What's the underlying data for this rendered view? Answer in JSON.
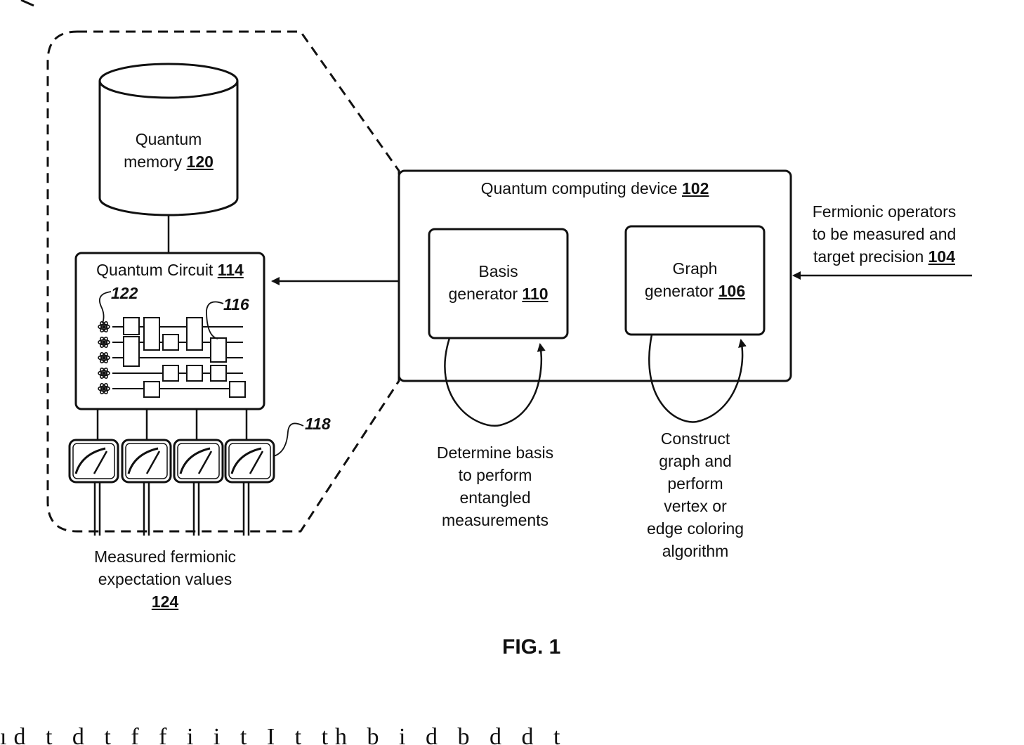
{
  "quantum_memory": {
    "line1": "Quantum",
    "line2": "memory",
    "ref": "120"
  },
  "quantum_circuit": {
    "label": "Quantum Circuit",
    "ref": "114"
  },
  "callouts": {
    "qubits": "122",
    "gates": "116",
    "measurement": "118"
  },
  "quantum_computing_device": {
    "label": "Quantum computing device",
    "ref": "102"
  },
  "basis_generator": {
    "line1": "Basis",
    "line2": "generator",
    "ref": "110"
  },
  "graph_generator": {
    "line1": "Graph",
    "line2": "generator",
    "ref": "106"
  },
  "input": {
    "line1": "Fermionic operators",
    "line2": "to be measured and",
    "line3": "target precision",
    "ref": "104"
  },
  "basis_loop_caption": [
    "Determine basis",
    "to perform",
    "entangled",
    "measurements"
  ],
  "graph_loop_caption": [
    "Construct",
    "graph and",
    "perform",
    "vertex or",
    "edge coloring",
    "algorithm"
  ],
  "output": {
    "line1": "Measured fermionic",
    "line2": "expectation values",
    "ref": "124"
  },
  "figure_label": "FIG. 1",
  "bottom_text": "ıd    t            d        t    f                       f    i    i                  t        I                       t                  th    b i  d  b d  d    t"
}
